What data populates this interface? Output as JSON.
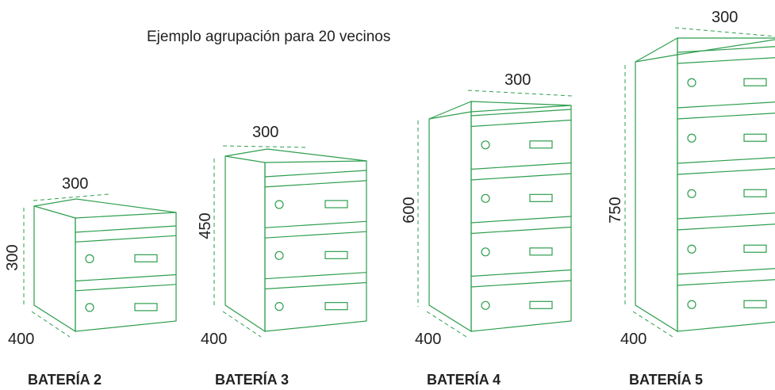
{
  "title": "Ejemplo agrupación para 20 vecinos",
  "colors": {
    "line": "#2e9e4e",
    "text": "#222222"
  },
  "batteries": [
    {
      "name": "BATERÍA 2",
      "modules": 2,
      "width": "300",
      "height": "300",
      "depth": "400"
    },
    {
      "name": "BATERÍA 3",
      "modules": 3,
      "width": "300",
      "height": "450",
      "depth": "400"
    },
    {
      "name": "BATERÍA 4",
      "modules": 4,
      "width": "300",
      "height": "600",
      "depth": "400"
    },
    {
      "name": "BATERÍA 5",
      "modules": 5,
      "width": "300",
      "height": "750",
      "depth": "400"
    }
  ]
}
